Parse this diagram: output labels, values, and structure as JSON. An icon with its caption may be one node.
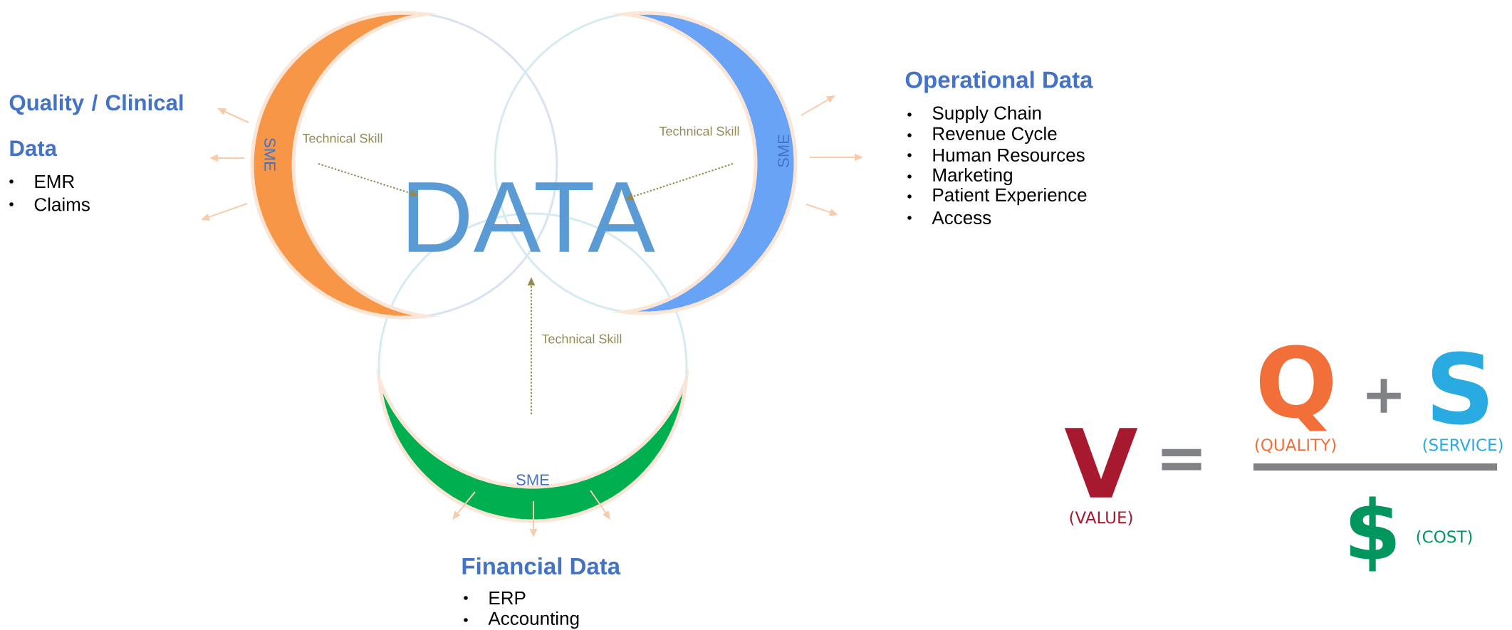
{
  "diagram": {
    "nodes": [
      {
        "text": [
          "DATA"
        ]
      },
      {
        "text": [
          "Technical Skill"
        ]
      },
      {
        "text": [
          "Technical Skill"
        ]
      },
      {
        "text": [
          "SME"
        ]
      },
      {
        "text": [
          "SME"
        ]
      },
      {
        "text": [
          "SME"
        ]
      }
    ],
    "edges": [
      {
        "from": 1,
        "to": 0,
        "arrow": "to",
        "style": "dashed",
        "color": "#948a54"
      },
      {
        "from": 2,
        "to": 0,
        "arrow": "to",
        "style": "dashed",
        "color": "#948a54"
      },
      {
        "from": null,
        "to": 0,
        "arrow": "to",
        "style": "dashed",
        "color": "#948a54",
        "label": "Technical Skill"
      },
      {
        "from": 3,
        "to": null,
        "arrow": "to"
      },
      {
        "from": 3,
        "to": null,
        "arrow": "to"
      },
      {
        "from": 3,
        "to": null,
        "arrow": "to"
      },
      {
        "from": 4,
        "to": null,
        "arrow": "to"
      },
      {
        "from": 4,
        "to": null,
        "arrow": "to"
      },
      {
        "from": 4,
        "to": null,
        "arrow": "to"
      },
      {
        "from": 5,
        "to": null,
        "arrow": "to"
      },
      {
        "from": 5,
        "to": null,
        "arrow": "to"
      },
      {
        "from": 5,
        "to": null,
        "arrow": "to"
      }
    ],
    "labels": [
      "Quality / Clinical Data",
      "EMR",
      "Claims",
      "Operational Data",
      "Supply Chain",
      "Revenue Cycle",
      "Human Resources",
      "Marketing",
      "Patient Experience",
      "Access",
      "Financial Data",
      "ERP",
      "Accounting",
      "V",
      "(VALUE)",
      "=",
      "Q",
      "+",
      "S",
      "(QUALITY)",
      "(SERVICE)",
      "$",
      "(COST)"
    ]
  }
}
